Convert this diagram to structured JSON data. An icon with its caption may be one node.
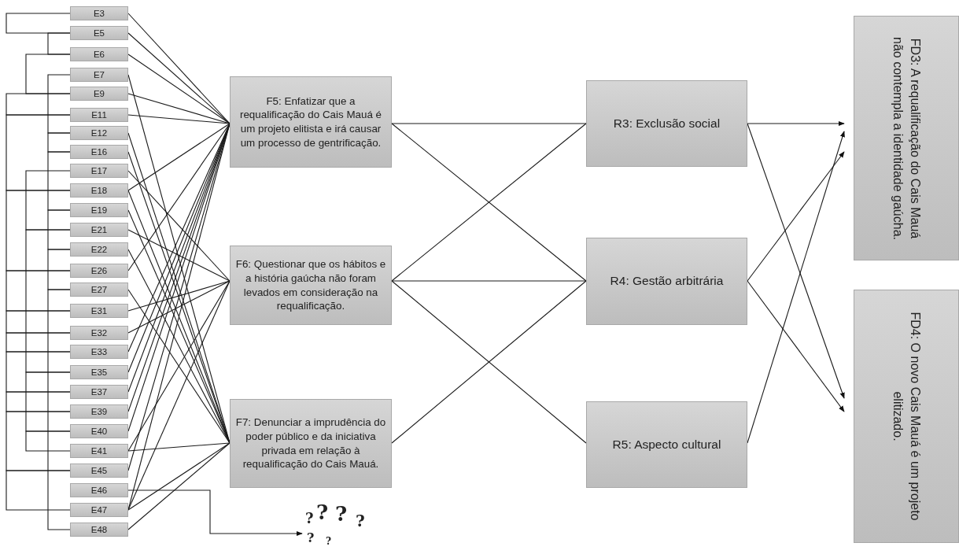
{
  "diagram": {
    "nodes": [
      {
        "text": [
          "E3"
        ]
      },
      {
        "text": [
          "E5"
        ]
      },
      {
        "text": [
          "E6"
        ]
      },
      {
        "text": [
          "E7"
        ]
      },
      {
        "text": [
          "E9"
        ]
      },
      {
        "text": [
          "E11"
        ]
      },
      {
        "text": [
          "E12"
        ]
      },
      {
        "text": [
          "E16"
        ]
      },
      {
        "text": [
          "E17"
        ]
      },
      {
        "text": [
          "E18"
        ]
      },
      {
        "text": [
          "E19"
        ]
      },
      {
        "text": [
          "E21"
        ]
      },
      {
        "text": [
          "E22"
        ]
      },
      {
        "text": [
          "E26"
        ]
      },
      {
        "text": [
          "E27"
        ]
      },
      {
        "text": [
          "E31"
        ]
      },
      {
        "text": [
          "E32"
        ]
      },
      {
        "text": [
          "E33"
        ]
      },
      {
        "text": [
          "E35"
        ]
      },
      {
        "text": [
          "E37"
        ]
      },
      {
        "text": [
          "E39"
        ]
      },
      {
        "text": [
          "E40"
        ]
      },
      {
        "text": [
          "E41"
        ]
      },
      {
        "text": [
          "E45"
        ]
      },
      {
        "text": [
          "E46"
        ]
      },
      {
        "text": [
          "E47"
        ]
      },
      {
        "text": [
          "E48"
        ]
      },
      {
        "text": [
          "F5: Enfatizar que a requalificação do Cais Mauá é um projeto elitista e irá causar um processo de gentrificação."
        ]
      },
      {
        "text": [
          "F6: Questionar que os hábitos e a história gaúcha não foram levados em consideração na requalificação."
        ]
      },
      {
        "text": [
          "F7: Denunciar a imprudência do poder público e da iniciativa privada em relação à requalificação do Cais Mauá."
        ]
      },
      {
        "text": [
          "R3: Exclusão social"
        ]
      },
      {
        "text": [
          "R4: Gestão arbitrária"
        ]
      },
      {
        "text": [
          "R5: Aspecto cultural"
        ]
      },
      {
        "text": [
          "FD3: A requalificação do Cais Mauá não contempla a identidade gaúcha."
        ]
      },
      {
        "text": [
          "FD4: O novo Cais Mauá é um projeto elitizado."
        ]
      },
      {
        "text": [
          "?",
          "?",
          "?",
          "?",
          "?",
          "?"
        ]
      }
    ],
    "edges": [
      {
        "from": 0,
        "to": 1,
        "arrow": "none"
      },
      {
        "from": 1,
        "to": 2,
        "arrow": "none"
      },
      {
        "from": 2,
        "to": 4,
        "arrow": "none"
      },
      {
        "from": 4,
        "to": 5,
        "arrow": "none"
      },
      {
        "from": 5,
        "to": 9,
        "arrow": "none"
      },
      {
        "from": 9,
        "to": 13,
        "arrow": "none"
      },
      {
        "from": 13,
        "to": 15,
        "arrow": "none"
      },
      {
        "from": 15,
        "to": 16,
        "arrow": "none"
      },
      {
        "from": 16,
        "to": 17,
        "arrow": "none"
      },
      {
        "from": 17,
        "to": 19,
        "arrow": "none"
      },
      {
        "from": 19,
        "to": 20,
        "arrow": "none"
      },
      {
        "from": 20,
        "to": 23,
        "arrow": "none"
      },
      {
        "from": 23,
        "to": 25,
        "arrow": "none"
      },
      {
        "from": 8,
        "to": 11,
        "arrow": "none"
      },
      {
        "from": 11,
        "to": 18,
        "arrow": "none"
      },
      {
        "from": 18,
        "to": 21,
        "arrow": "none"
      },
      {
        "from": 21,
        "to": 22,
        "arrow": "none"
      },
      {
        "from": 3,
        "to": 6,
        "arrow": "none"
      },
      {
        "from": 6,
        "to": 7,
        "arrow": "none"
      },
      {
        "from": 7,
        "to": 10,
        "arrow": "none"
      },
      {
        "from": 10,
        "to": 12,
        "arrow": "none"
      },
      {
        "from": 12,
        "to": 14,
        "arrow": "none"
      },
      {
        "from": 14,
        "to": 26,
        "arrow": "none"
      },
      {
        "from": 0,
        "to": 27,
        "arrow": "none"
      },
      {
        "from": 1,
        "to": 27,
        "arrow": "none"
      },
      {
        "from": 2,
        "to": 27,
        "arrow": "none"
      },
      {
        "from": 4,
        "to": 27,
        "arrow": "none"
      },
      {
        "from": 5,
        "to": 27,
        "arrow": "none"
      },
      {
        "from": 9,
        "to": 27,
        "arrow": "none"
      },
      {
        "from": 13,
        "to": 27,
        "arrow": "none"
      },
      {
        "from": 17,
        "to": 27,
        "arrow": "none"
      },
      {
        "from": 18,
        "to": 27,
        "arrow": "none"
      },
      {
        "from": 19,
        "to": 27,
        "arrow": "none"
      },
      {
        "from": 20,
        "to": 27,
        "arrow": "none"
      },
      {
        "from": 21,
        "to": 27,
        "arrow": "none"
      },
      {
        "from": 23,
        "to": 27,
        "arrow": "none"
      },
      {
        "from": 25,
        "to": 27,
        "arrow": "none"
      },
      {
        "from": 8,
        "to": 28,
        "arrow": "none"
      },
      {
        "from": 11,
        "to": 28,
        "arrow": "none"
      },
      {
        "from": 15,
        "to": 28,
        "arrow": "none"
      },
      {
        "from": 16,
        "to": 28,
        "arrow": "none"
      },
      {
        "from": 22,
        "to": 28,
        "arrow": "none"
      },
      {
        "from": 25,
        "to": 28,
        "arrow": "none"
      },
      {
        "from": 3,
        "to": 29,
        "arrow": "none"
      },
      {
        "from": 6,
        "to": 29,
        "arrow": "none"
      },
      {
        "from": 7,
        "to": 29,
        "arrow": "none"
      },
      {
        "from": 9,
        "to": 29,
        "arrow": "none"
      },
      {
        "from": 10,
        "to": 29,
        "arrow": "none"
      },
      {
        "from": 12,
        "to": 29,
        "arrow": "none"
      },
      {
        "from": 14,
        "to": 29,
        "arrow": "none"
      },
      {
        "from": 22,
        "to": 29,
        "arrow": "none"
      },
      {
        "from": 25,
        "to": 29,
        "arrow": "none"
      },
      {
        "from": 26,
        "to": 29,
        "arrow": "none"
      },
      {
        "from": 27,
        "to": 30,
        "arrow": "none"
      },
      {
        "from": 27,
        "to": 31,
        "arrow": "none"
      },
      {
        "from": 28,
        "to": 30,
        "arrow": "none"
      },
      {
        "from": 28,
        "to": 31,
        "arrow": "none"
      },
      {
        "from": 28,
        "to": 32,
        "arrow": "none"
      },
      {
        "from": 29,
        "to": 31,
        "arrow": "none"
      },
      {
        "from": 30,
        "to": 33,
        "arrow": "to"
      },
      {
        "from": 30,
        "to": 34,
        "arrow": "to"
      },
      {
        "from": 31,
        "to": 33,
        "arrow": "to"
      },
      {
        "from": 31,
        "to": 34,
        "arrow": "to"
      },
      {
        "from": 32,
        "to": 33,
        "arrow": "to"
      },
      {
        "from": 24,
        "to": 35,
        "arrow": "to"
      }
    ]
  }
}
